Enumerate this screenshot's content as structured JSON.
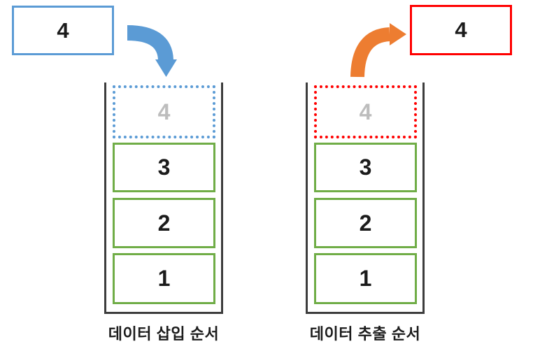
{
  "push": {
    "incoming_box": {
      "value": "4",
      "border_color": "#5B9BD5"
    },
    "arrow_icon": "curved-arrow-down",
    "arrow_color": "#5B9BD5",
    "pending_slot": {
      "value": "4",
      "border_color": "#5B9BD5",
      "text_color": "#BDBDBD"
    },
    "stack_items": [
      "3",
      "2",
      "1"
    ],
    "caption": "데이터 삽입 순서"
  },
  "pop": {
    "outgoing_box": {
      "value": "4",
      "border_color": "#FF0000"
    },
    "arrow_icon": "curved-arrow-up-right",
    "arrow_color": "#ED7D31",
    "pending_slot": {
      "value": "4",
      "border_color": "#FF0000",
      "text_color": "#BDBDBD"
    },
    "stack_items": [
      "3",
      "2",
      "1"
    ],
    "caption": "데이터 추출 순서"
  },
  "colors": {
    "item_border": "#70AD47",
    "stack_wall": "#3D3D3D",
    "number_text": "#1B1B1B"
  }
}
